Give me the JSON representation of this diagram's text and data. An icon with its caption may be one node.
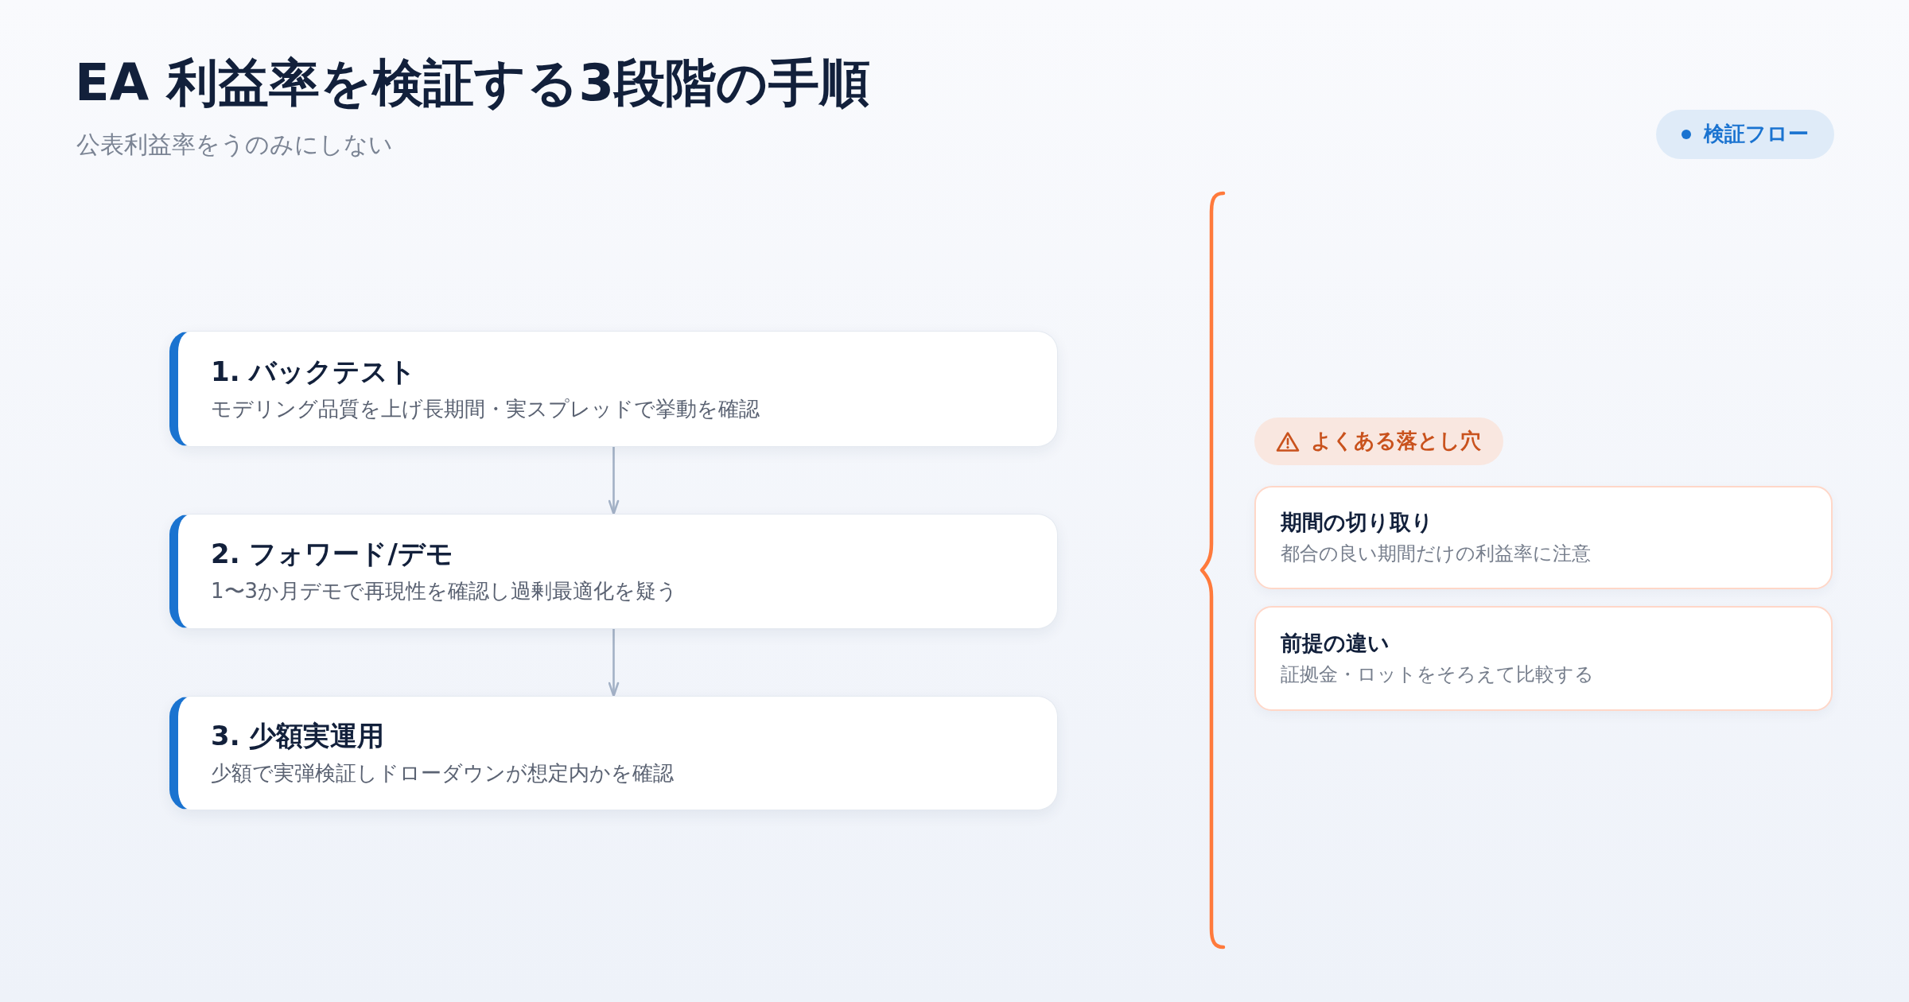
{
  "diagram": {
    "title": "EA 利益率を検証する3段階の手順",
    "nodes": [
      {
        "text": [
          "検証フロー"
        ]
      },
      {
        "text": [
          "1. バックテスト",
          "モデリング品質を上げ長期間・実スプレッドで挙動を確認"
        ]
      },
      {
        "text": [
          "2. フォワード/デモ",
          "1〜3か月デモで再現性を確認し過剰最適化を疑う"
        ]
      },
      {
        "text": [
          "3. 少額実運用",
          "少額で実弾検証しドローダウンが想定内かを確認"
        ]
      },
      {
        "text": [
          "よくある落とし穴"
        ]
      },
      {
        "text": [
          "期間の切り取り",
          "都合の良い期間だけの利益率に注意"
        ]
      },
      {
        "text": [
          "前提の違い",
          "証拠金・ロットをそろえて比較する"
        ]
      }
    ],
    "edges": [
      {
        "from": 1,
        "to": 2,
        "arrow": "to"
      },
      {
        "from": 2,
        "to": 3,
        "arrow": "to"
      }
    ],
    "labels": [
      "公表利益率をうのみにしない"
    ]
  }
}
